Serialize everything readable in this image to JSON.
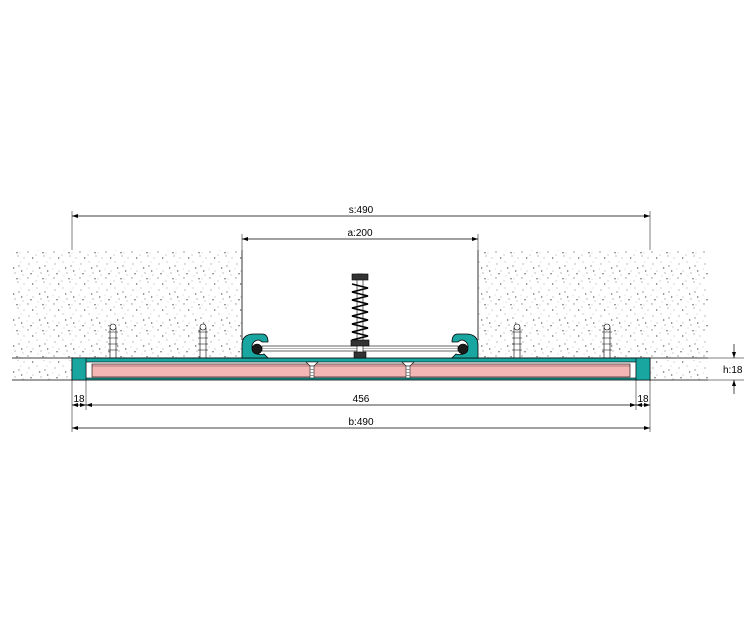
{
  "dimensions": {
    "s": "s:490",
    "a": "a:200",
    "left_flange": "18",
    "center_width": "456",
    "right_flange": "18",
    "b": "b:490",
    "h": "h:18"
  },
  "colors": {
    "profile": "#1aa6a0",
    "insert": "#f4b5b5",
    "concrete_dots": "#8a8a8a",
    "line": "#000000"
  },
  "components": [
    "concrete-slab-left",
    "concrete-slab-right",
    "aluminium-base-profile",
    "elastomer-insert",
    "spring-centering-bolt",
    "side-gaskets",
    "anchor-dowels",
    "countersunk-screws"
  ]
}
